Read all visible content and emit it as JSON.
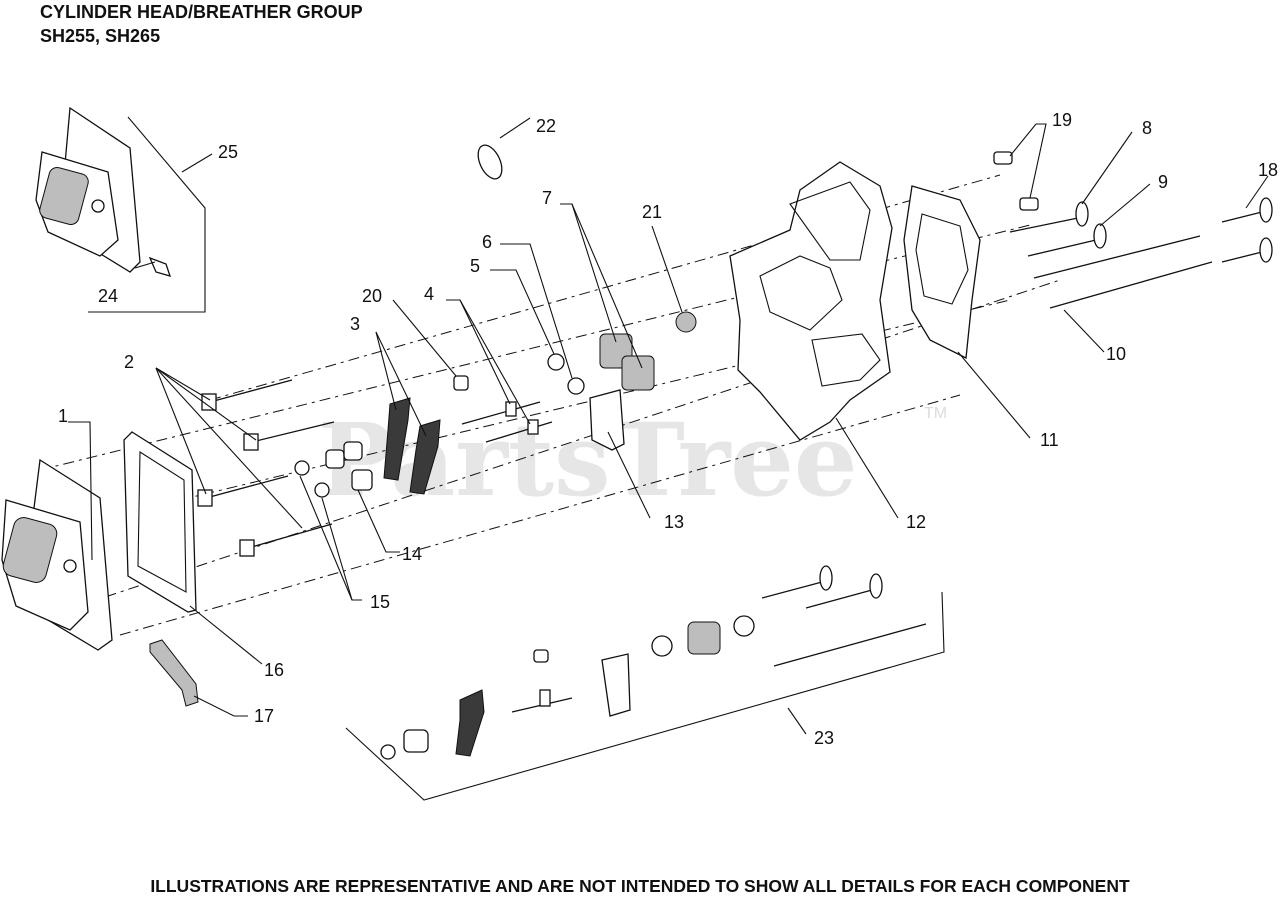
{
  "title": {
    "line1": "CYLINDER HEAD/BREATHER GROUP",
    "line2": "SH255, SH265"
  },
  "footer": "ILLUSTRATIONS ARE REPRESENTATIVE AND ARE NOT INTENDED TO SHOW ALL DETAILS FOR EACH COMPONENT",
  "watermark": {
    "text": "PartsTree",
    "tm": "TM"
  },
  "callouts": [
    "1",
    "2",
    "3",
    "4",
    "5",
    "6",
    "7",
    "8",
    "9",
    "10",
    "11",
    "12",
    "13",
    "14",
    "15",
    "16",
    "17",
    "18",
    "19",
    "20",
    "21",
    "22",
    "23",
    "24",
    "25"
  ]
}
